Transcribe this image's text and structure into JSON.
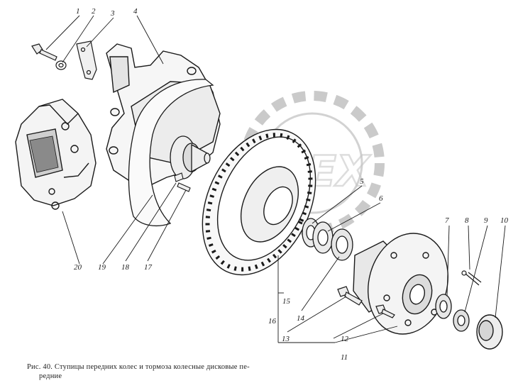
{
  "figure": {
    "caption_line1": "Рис. 40. Ступицы передних колес и тормоза колесные дисковые пе-",
    "caption_line2": "редние"
  },
  "callouts": [
    "1",
    "2",
    "3",
    "4",
    "5",
    "6",
    "7",
    "8",
    "9",
    "10",
    "11",
    "12",
    "13",
    "14",
    "15",
    "16",
    "17",
    "18",
    "19",
    "20"
  ],
  "watermark": {
    "text": "OPEX",
    "color": "#9a9a9a"
  },
  "colors": {
    "ink": "#1a1a1a",
    "paper": "#ffffff"
  }
}
